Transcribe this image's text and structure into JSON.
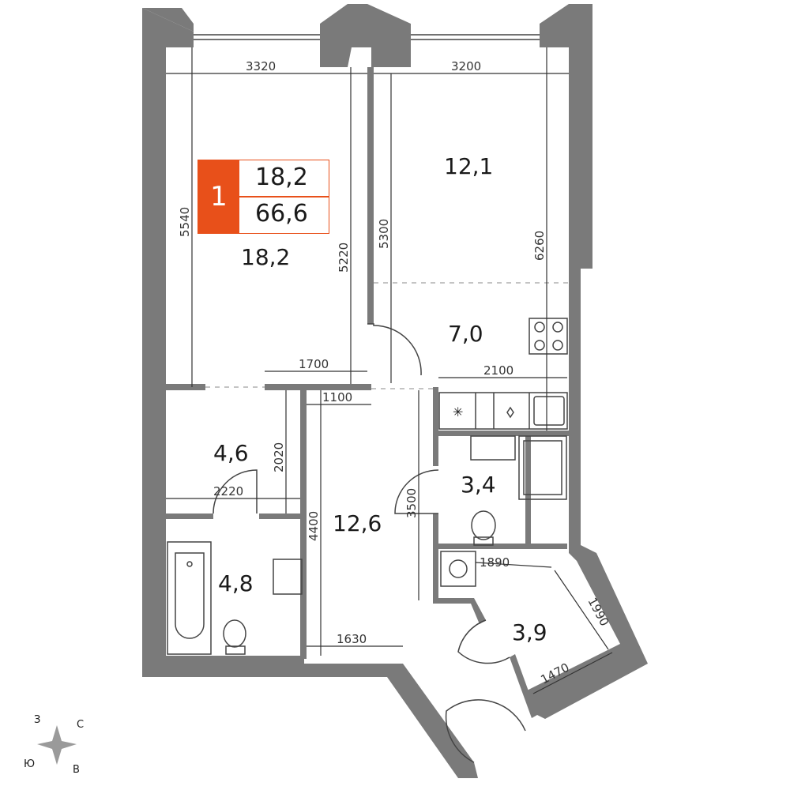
{
  "apartment": {
    "rooms_count": "1",
    "living_area": "18,2",
    "total_area": "66,6",
    "badge_color": "#e8501a"
  },
  "rooms": {
    "living": "18,2",
    "bedroom": "12,1",
    "kitchen": "7,0",
    "storage": "4,6",
    "hall": "12,6",
    "shower_room": "3,4",
    "bathroom": "4,8",
    "entry": "3,9"
  },
  "dimensions": {
    "d3320": "3320",
    "d3200": "3200",
    "d5540": "5540",
    "d5220": "5220",
    "d5300": "5300",
    "d6260": "6260",
    "d1700": "1700",
    "d2100": "2100",
    "d1100": "1100",
    "d2020": "2020",
    "d2220": "2220",
    "d3500": "3500",
    "d4400": "4400",
    "d1630": "1630",
    "d1890": "1890",
    "d1990": "1990",
    "d1470": "1470"
  },
  "compass": {
    "north": "С",
    "south": "Ю",
    "west": "З",
    "east": "В"
  },
  "colors": {
    "wall": "#7a7a7a",
    "badge": "#e8501a",
    "badge_border": "#e8501a"
  },
  "icons": [
    "stove-icon",
    "sink-icon",
    "toilet-icon",
    "bathtub-icon",
    "shower-icon",
    "washer-icon",
    "fridge-icon",
    "compass-icon"
  ]
}
